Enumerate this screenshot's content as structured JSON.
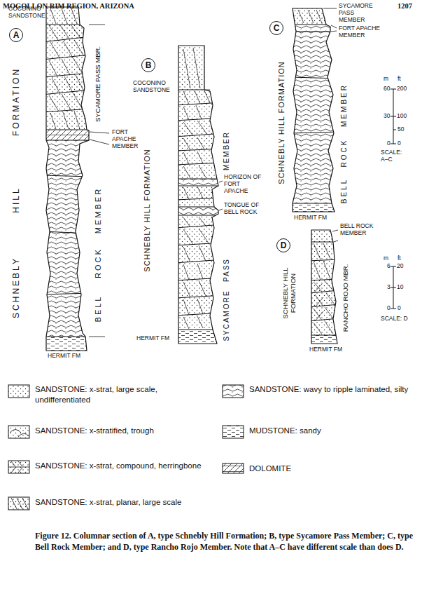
{
  "diagram": {
    "caption": "Figure 12. Columnar section of A, type Schnebly Hill Formation; B, type Sycamore Pass Member; C, type Bell Rock Member; and D, type Rancho Rojo Member. Note that A–C have different scale than does D.",
    "nodes": [
      {
        "text": [
          "A"
        ]
      },
      {
        "text": [
          "B"
        ]
      },
      {
        "text": [
          "C"
        ]
      },
      {
        "text": [
          "D"
        ]
      }
    ],
    "labels": [
      "MOGOLLON RIM REGION, ARIZONA",
      "1207",
      "COCONINO SANDSTONE",
      "FORMATION",
      "HILL",
      "SCHNEBLY",
      "SYCAMORE PASS MBR.",
      "FORT APACHE MEMBER",
      "BELL",
      "ROCK",
      "MEMBER",
      "HERMIT FM",
      "COCONINO SANDSTONE",
      "SCHNEBLY HILL FORMATION",
      "MEMBER",
      "HORIZON OF FORT APACHE",
      "TONGUE OF BELL ROCK",
      "PASS",
      "SYCAMORE",
      "HERMIT FM",
      "SYCAMORE PASS MEMBER",
      "FORT APACHE MEMBER",
      "SCHNEBLY HILL FORMATION",
      "MEMBER",
      "ROCK",
      "BELL",
      "m",
      "ft",
      "60",
      "200",
      "30",
      "100",
      "50",
      "0",
      "0",
      "SCALE: A–C",
      "HERMIT FM",
      "BELL ROCK MEMBER",
      "SCHNEBLY HILL FORMATION",
      "RANCHO ROJO MBR.",
      "m",
      "ft",
      "6",
      "20",
      "3",
      "10",
      "0",
      "0",
      "SCALE: D",
      "HERMIT FM"
    ],
    "legend": [
      {
        "text": "SANDSTONE: x-strat, large scale, undifferentiated"
      },
      {
        "text": "SANDSTONE: x-stratified, trough"
      },
      {
        "text": "SANDSTONE: x-strat, compound, herringbone"
      },
      {
        "text": "SANDSTONE: x-strat, planar, large scale"
      },
      {
        "text": "SANDSTONE: wavy to ripple laminated, silty"
      },
      {
        "text": "MUDSTONE: sandy"
      },
      {
        "text": "DOLOMITE"
      }
    ]
  }
}
